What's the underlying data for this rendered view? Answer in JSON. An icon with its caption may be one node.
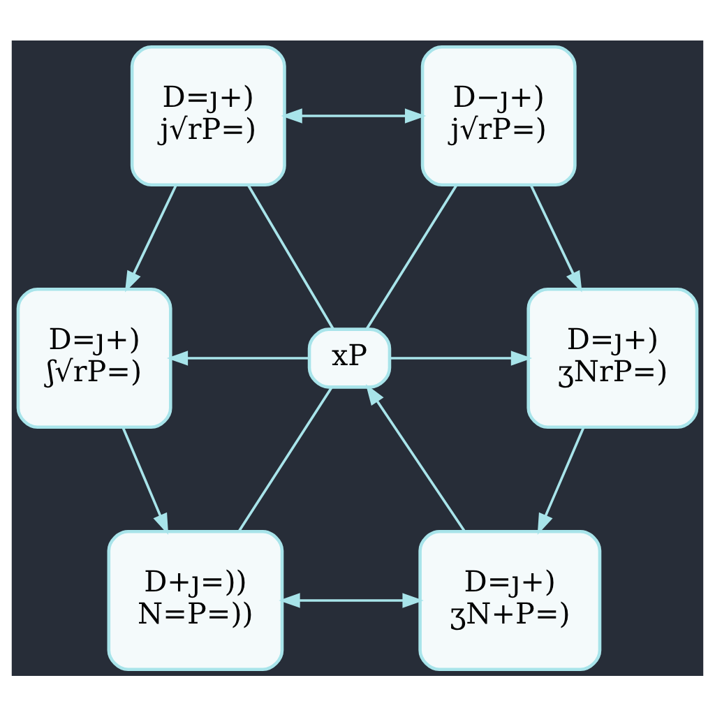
{
  "diagram": {
    "nodes": [
      {
        "text": [
          "D=ȷ+)",
          "j√rP=)"
        ]
      },
      {
        "text": [
          "D−ȷ+)",
          "j√rP=)"
        ]
      },
      {
        "text": [
          "D=ȷ+)",
          "ʃ√rP=)"
        ]
      },
      {
        "text": [
          "xP"
        ]
      },
      {
        "text": [
          "D=ȷ+)",
          "ʒNrP=)"
        ]
      },
      {
        "text": [
          "D+ȷ=))",
          "N=P=))"
        ]
      },
      {
        "text": [
          "D=ȷ+)",
          "ʒN+P=)"
        ]
      }
    ],
    "edges": [
      {
        "from": 0,
        "to": 1,
        "arrow": "both"
      },
      {
        "from": 0,
        "to": 2,
        "arrow": "to"
      },
      {
        "from": 1,
        "to": 4,
        "arrow": "to"
      },
      {
        "from": 0,
        "to": 3,
        "arrow": "none"
      },
      {
        "from": 1,
        "to": 3,
        "arrow": "none"
      },
      {
        "from": 3,
        "to": 2,
        "arrow": "to"
      },
      {
        "from": 3,
        "to": 4,
        "arrow": "to"
      },
      {
        "from": 2,
        "to": 5,
        "arrow": "to"
      },
      {
        "from": 4,
        "to": 6,
        "arrow": "to"
      },
      {
        "from": 3,
        "to": 5,
        "arrow": "none"
      },
      {
        "from": 6,
        "to": 3,
        "arrow": "to"
      },
      {
        "from": 5,
        "to": 6,
        "arrow": "both"
      }
    ]
  }
}
